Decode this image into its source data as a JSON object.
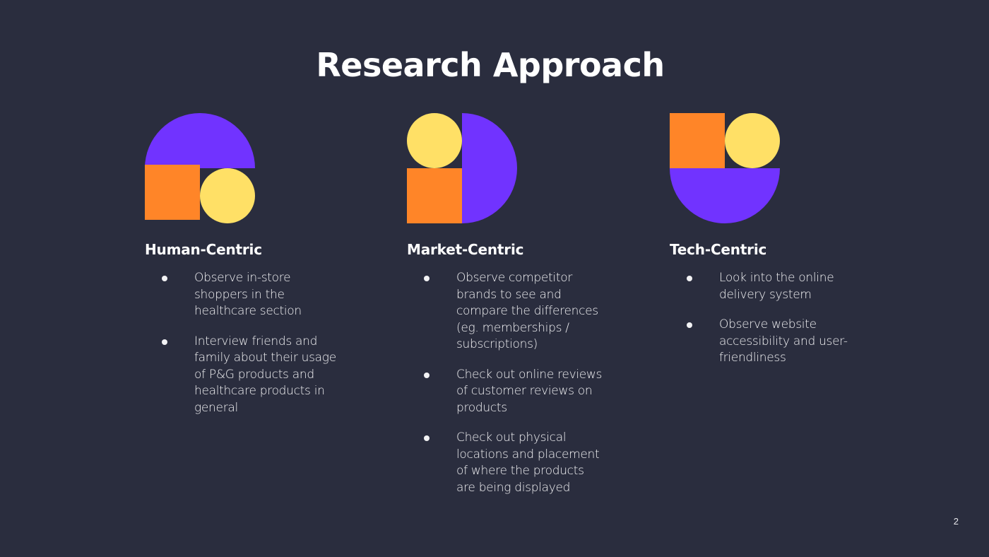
{
  "slide": {
    "title": "Research Approach",
    "page_number": "2",
    "colors": {
      "background": "#2a2d3e",
      "purple": "#7133ff",
      "orange": "#ff8528",
      "yellow": "#ffe066",
      "text": "#ffffff"
    },
    "columns": [
      {
        "heading": "Human-Centric",
        "icon": "shapes-human-centric-icon",
        "bullets": [
          "Observe in-store shoppers in the healthcare section",
          "Interview friends and family about their usage of P&G products and healthcare products in general"
        ]
      },
      {
        "heading": "Market-Centric",
        "icon": "shapes-market-centric-icon",
        "bullets": [
          "Observe competitor brands to see and compare the differences (eg. memberships / subscriptions)",
          "Check out online reviews of customer reviews on products",
          "Check out physical locations and placement of where the products are being displayed"
        ]
      },
      {
        "heading": "Tech-Centric",
        "icon": "shapes-tech-centric-icon",
        "bullets": [
          "Look into the online delivery system",
          "Observe website accessibility and user-friendliness"
        ]
      }
    ]
  }
}
